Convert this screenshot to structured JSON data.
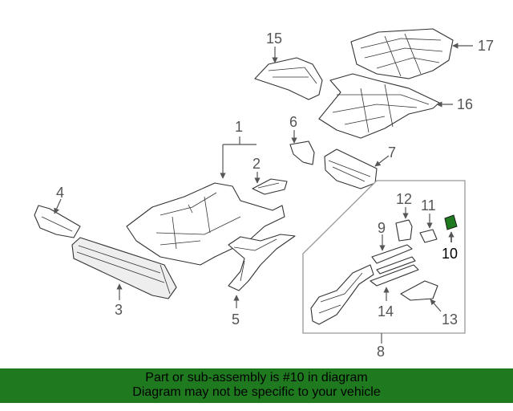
{
  "diagram": {
    "callouts": {
      "c1": "1",
      "c2": "2",
      "c3": "3",
      "c4": "4",
      "c5": "5",
      "c6": "6",
      "c7": "7",
      "c8": "8",
      "c9": "9",
      "c10": "10",
      "c11": "11",
      "c12": "12",
      "c13": "13",
      "c14": "14",
      "c15": "15",
      "c16": "16",
      "c17": "17"
    },
    "highlighted_part": "10",
    "highlight_color": "#1f7a1f",
    "banner_color": "#1f7a1f"
  },
  "banner": {
    "line1": "Part or sub-assembly is #10 in diagram",
    "line2": "Diagram may not be specific to your vehicle"
  }
}
